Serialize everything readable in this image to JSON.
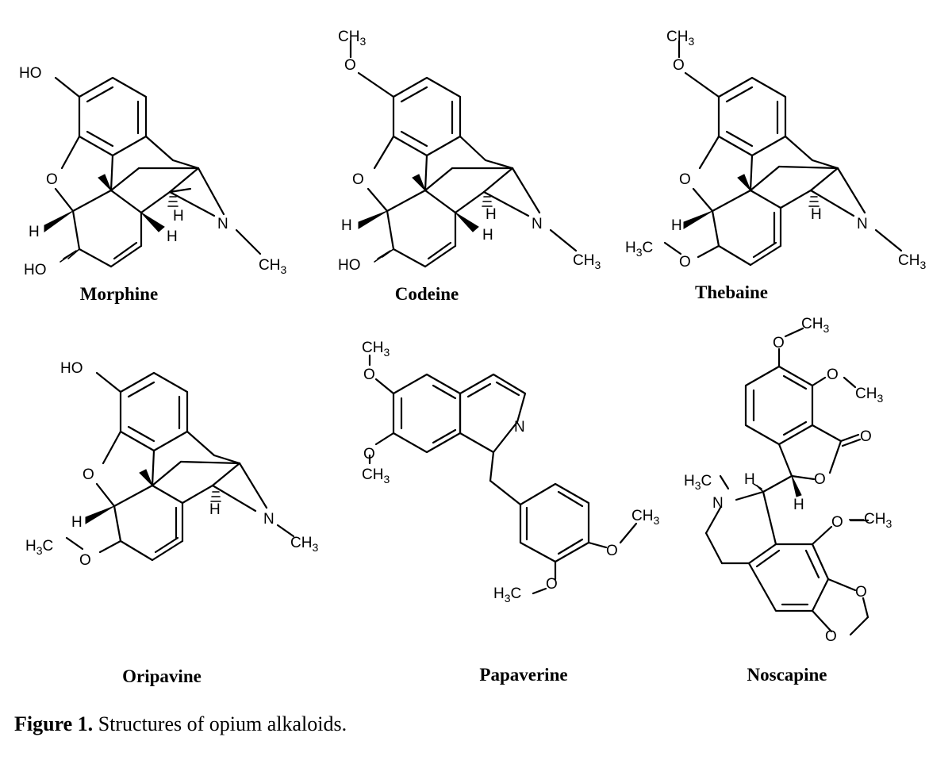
{
  "figure": {
    "caption_label": "Figure 1.",
    "caption_text": " Structures of opium alkaloids."
  },
  "compounds": [
    {
      "name": "Morphine"
    },
    {
      "name": "Codeine"
    },
    {
      "name": "Thebaine"
    },
    {
      "name": "Oripavine"
    },
    {
      "name": "Papaverine"
    },
    {
      "name": "Noscapine"
    }
  ],
  "atom_labels": {
    "ho": "HO",
    "o": "O",
    "h": "H",
    "n": "N",
    "ch3_main": "CH",
    "ch3_sub": "3",
    "h3c_h": "H",
    "h3c_c": "C"
  }
}
